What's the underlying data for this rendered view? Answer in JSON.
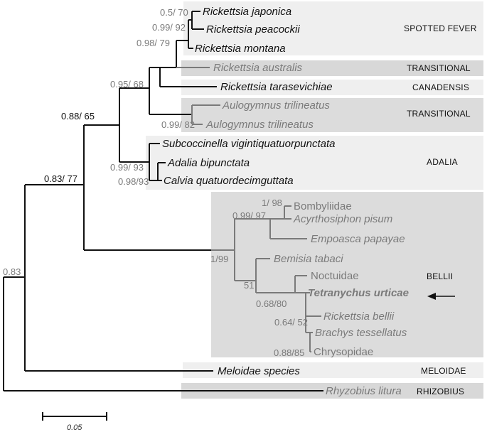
{
  "clades": [
    {
      "label": "SPOTTED FEVER"
    },
    {
      "label": "TRANSITIONAL"
    },
    {
      "label": "CANADENSIS"
    },
    {
      "label": "TRANSITIONAL"
    },
    {
      "label": "ADALIA"
    },
    {
      "label": "BELLII"
    },
    {
      "label": "MELOIDAE"
    },
    {
      "label": "RHIZOBIUS"
    }
  ],
  "taxa": [
    {
      "name": "Rickettsia japonica",
      "color": "#111111"
    },
    {
      "name": "Rickettsia peacockii",
      "color": "#111111"
    },
    {
      "name": "Rickettsia montana",
      "color": "#111111"
    },
    {
      "name": "Rickettsia australis",
      "color": "#7a7a7a"
    },
    {
      "name": "Rickettsia tarasevichiae",
      "color": "#111111"
    },
    {
      "name": "Aulogymnus trilineatus",
      "color": "#7a7a7a"
    },
    {
      "name": "Aulogymnus trilineatus",
      "color": "#7a7a7a"
    },
    {
      "name": "Subcoccinella vigintiquatuorpunctata",
      "color": "#111111"
    },
    {
      "name": "Adalia bipunctata",
      "color": "#111111"
    },
    {
      "name": "Calvia quatuordecimguttata",
      "color": "#111111"
    },
    {
      "name": "Bombyliidae",
      "color": "#7a7a7a"
    },
    {
      "name": "Acyrthosiphon pisum",
      "color": "#7a7a7a"
    },
    {
      "name": "Empoasca papayae",
      "color": "#7a7a7a"
    },
    {
      "name": "Bemisia tabaci",
      "color": "#7a7a7a"
    },
    {
      "name": "Noctuidae",
      "color": "#7a7a7a"
    },
    {
      "name": "Tetranychus urticae",
      "color": "#7a7a7a"
    },
    {
      "name": "Rickettsia bellii",
      "color": "#7a7a7a"
    },
    {
      "name": "Brachys tessellatus",
      "color": "#7a7a7a"
    },
    {
      "name": "Chrysopidae",
      "color": "#7a7a7a"
    },
    {
      "name": "Meloidae species",
      "color": "#111111"
    },
    {
      "name": "Rhyzobius litura",
      "color": "#7a7a7a"
    }
  ],
  "supports": [
    {
      "text": "0.5/ 70"
    },
    {
      "text": "0.99/ 92"
    },
    {
      "text": "0.98/ 79"
    },
    {
      "text": "0.95/ 68"
    },
    {
      "text": "0.99/ 82"
    },
    {
      "text": "0.88/ 65"
    },
    {
      "text": "0.99/ 93"
    },
    {
      "text": "0.98/93"
    },
    {
      "text": "0.83/ 77"
    },
    {
      "text": "1/ 98"
    },
    {
      "text": "0.99/ 97"
    },
    {
      "text": "1/99"
    },
    {
      "text": "51"
    },
    {
      "text": "0.68/80"
    },
    {
      "text": "0.64/ 52"
    },
    {
      "text": "0.88/85"
    },
    {
      "text": "0.83"
    }
  ],
  "scale_bar": {
    "label": "0.05"
  },
  "colors": {
    "black_branch": "#111111",
    "gray_branch": "#7a7a7a",
    "box_light": "#efefef",
    "box_mid": "#dcdcdc",
    "box_dark": "#d8d8d8"
  }
}
